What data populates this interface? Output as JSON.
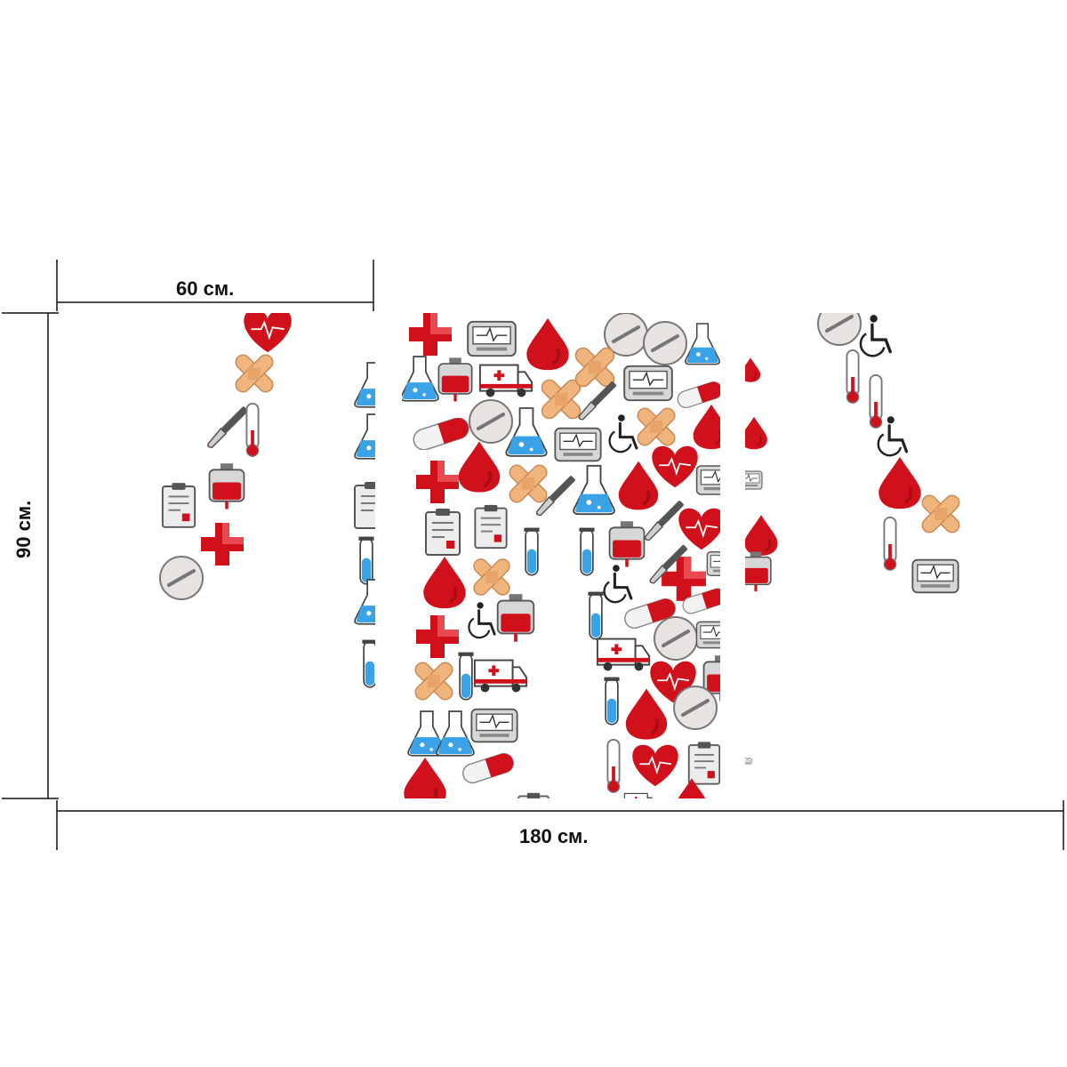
{
  "dimensions": {
    "width_top_label": "60 см.",
    "width_total_label": "180 см.",
    "height_label": "90 см."
  },
  "colors": {
    "red": "#d0111b",
    "dark_red": "#a80c14",
    "blue": "#3aa3e8",
    "bandage": "#f0b57c",
    "grey": "#9a9a9a",
    "line": "#111111"
  },
  "icons": [
    "heart-pulse-icon",
    "bandage-icon",
    "scalpel-icon",
    "thermometer-icon",
    "blood-bag-icon",
    "clipboard-icon",
    "red-cross-icon",
    "pill-icon",
    "blood-drop-icon",
    "flask-icon",
    "test-tube-icon",
    "ambulance-icon",
    "capsule-icon",
    "monitor-icon",
    "wheelchair-icon"
  ]
}
